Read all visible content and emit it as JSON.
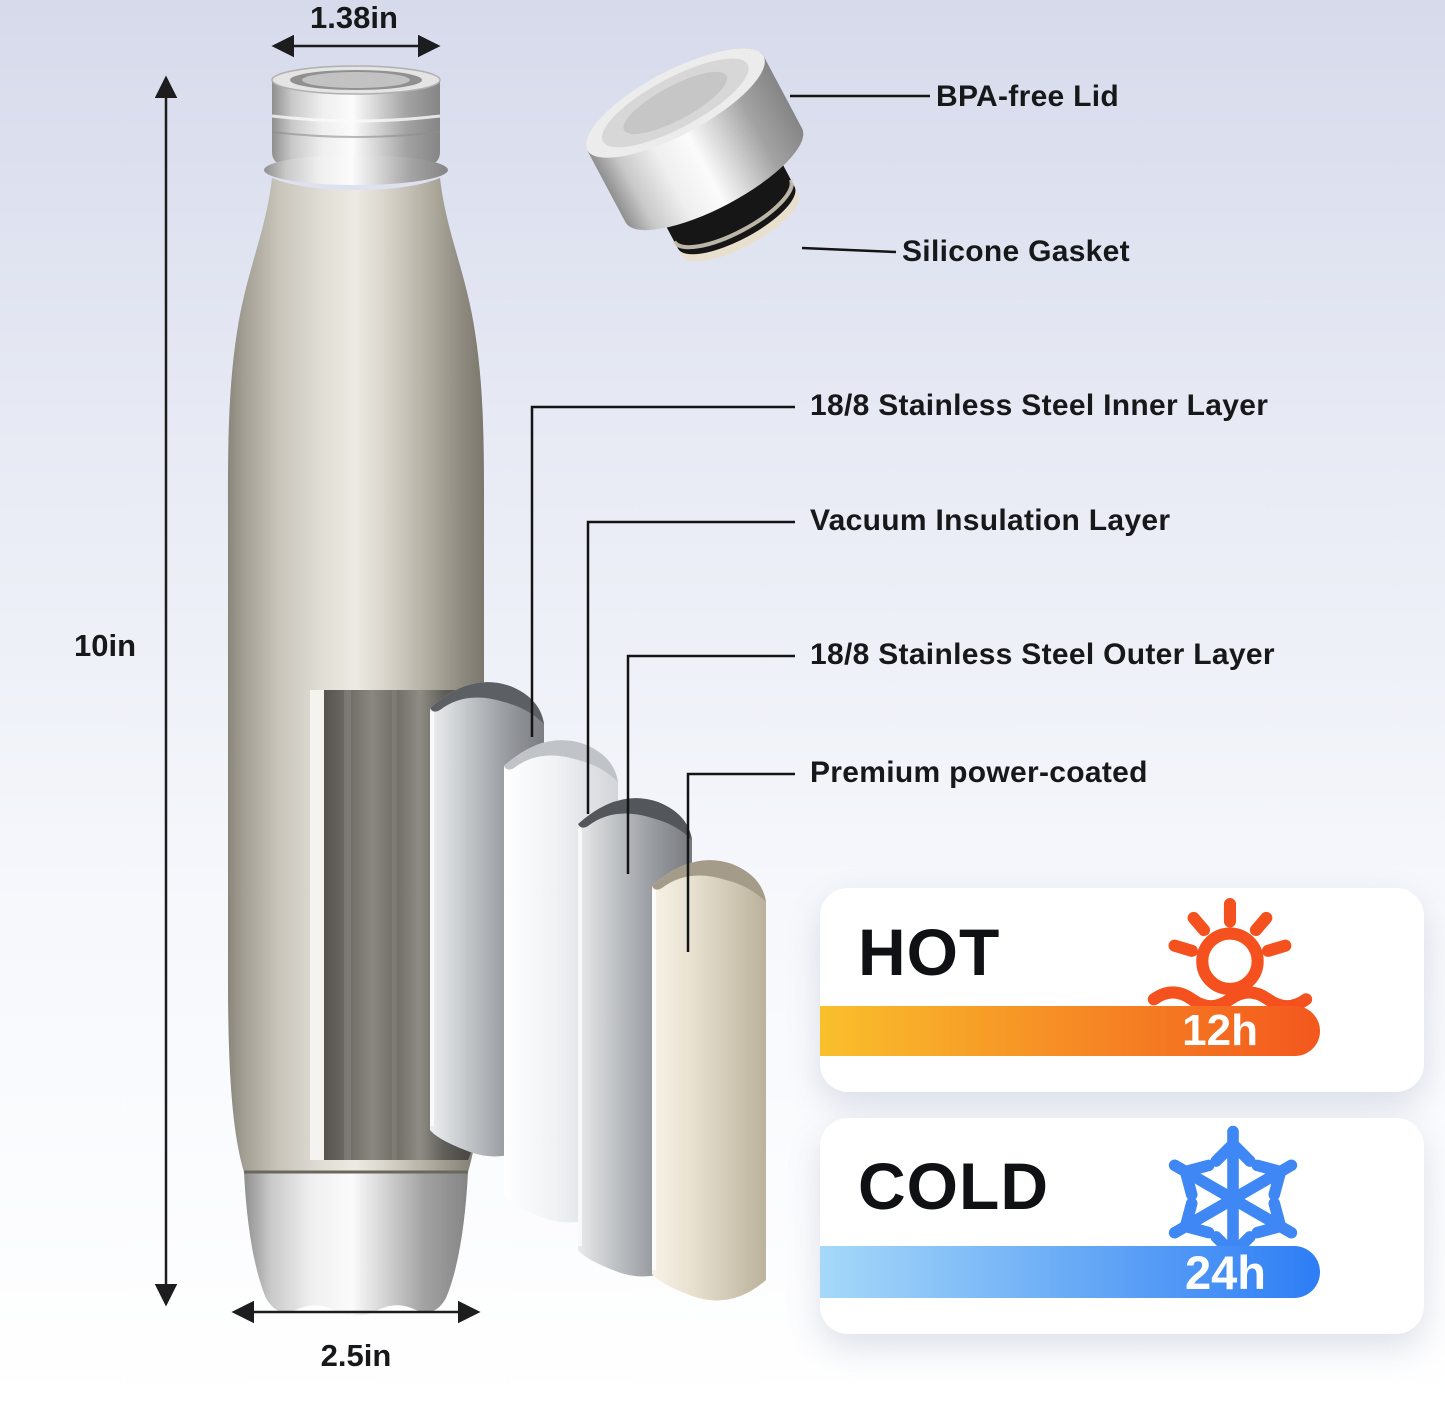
{
  "dimensions": {
    "mouth": "1.38in",
    "height": "10in",
    "base": "2.5in"
  },
  "lid": {
    "lid_label": "BPA-free Lid",
    "gasket_label": "Silicone Gasket"
  },
  "layers": [
    {
      "label": "18/8 Stainless Steel Inner Layer"
    },
    {
      "label": "Vacuum Insulation Layer"
    },
    {
      "label": "18/8 Stainless Steel Outer Layer"
    },
    {
      "label": "Premium power-coated"
    }
  ],
  "thermal_cards": [
    {
      "name": "hot",
      "label": "HOT",
      "duration": "12h",
      "icon": "sun-icon"
    },
    {
      "name": "cold",
      "label": "COLD",
      "duration": "24h",
      "icon": "snowflake-icon"
    }
  ],
  "colors": {
    "hot_accent": "#f4511e",
    "hot_bar_start": "#f9c02c",
    "hot_bar_end": "#f3571d",
    "cold_accent": "#3f87f5",
    "cold_bar_start": "#a6d9f8",
    "cold_bar_end": "#2d7df5",
    "text_dark": "#17181a"
  }
}
